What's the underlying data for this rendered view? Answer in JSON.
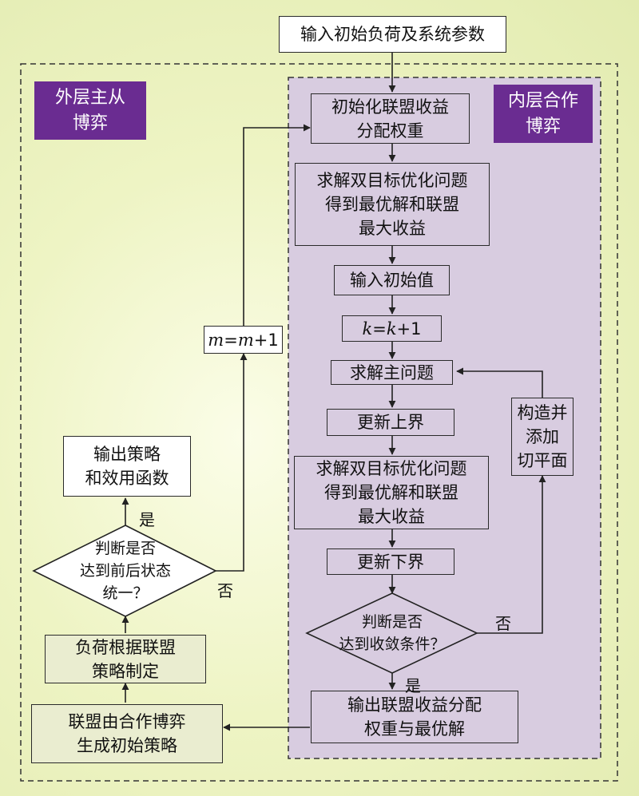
{
  "colors": {
    "outer_tag": "#6a2c91",
    "inner_tag": "#6a2c91",
    "inner_panel": "#d8cce0",
    "background": "#eef4c4"
  },
  "start": "输入初始负荷及系统参数",
  "outer_layer": {
    "tag": "外层主从\n博弈",
    "counter_var": "m",
    "counter_rhs": "+1",
    "output": "输出策略\n和效用函数",
    "decision": "判断是否\n达到前后状态\n统一？",
    "yes": "是",
    "no": "否",
    "load": "负荷根据联盟\n策略制定",
    "alliance": "联盟由合作博弈\n生成初始策略"
  },
  "inner_layer": {
    "tag": "内层合作\n博弈",
    "init_weights": "初始化联盟收益\n分配权重",
    "solve1": "求解双目标优化问题\n得到最优解和联盟\n最大收益",
    "input_init": "输入初始值",
    "counter_var": "k",
    "counter_rhs": "+1",
    "solve_main": "求解主问题",
    "update_upper": "更新上界",
    "solve2": "求解双目标优化问题\n得到最优解和联盟\n最大收益",
    "update_lower": "更新下界",
    "decision": "判断是否\n达到收敛条件？",
    "no": "否",
    "yes": "是",
    "cut": "构造并\n添加\n切平面",
    "output": "输出联盟收益分配\n权重与最优解"
  }
}
